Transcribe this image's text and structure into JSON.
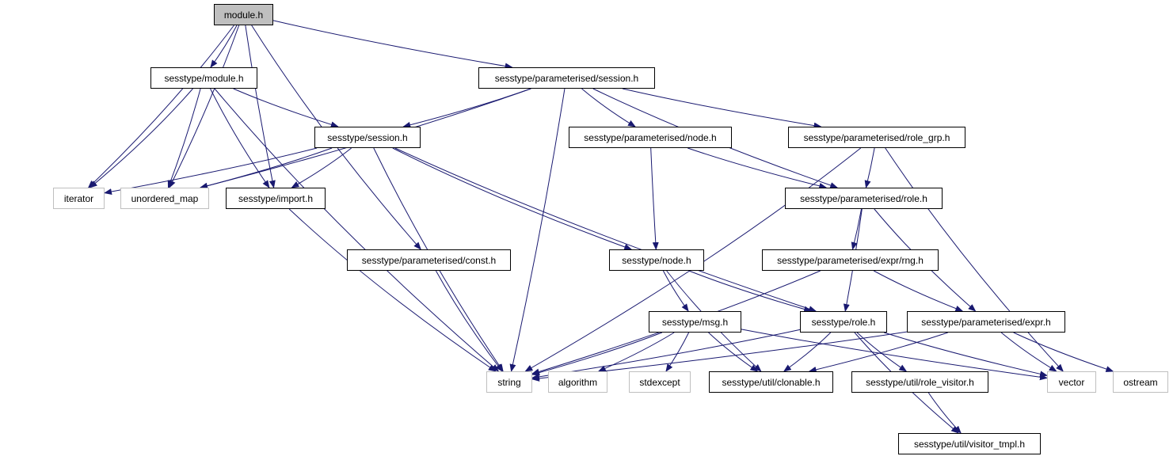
{
  "colors": {
    "edge": "#191970",
    "root_fill": "#bfbfbf",
    "project_border": "#000000",
    "external_border": "#bfbfbf"
  },
  "nodes": {
    "module_h": {
      "label": "module.h",
      "kind": "root"
    },
    "sesstype_module_h": {
      "label": "sesstype/module.h",
      "kind": "project"
    },
    "param_session_h": {
      "label": "sesstype/parameterised/session.h",
      "kind": "project"
    },
    "session_h": {
      "label": "sesstype/session.h",
      "kind": "project"
    },
    "param_node_h": {
      "label": "sesstype/parameterised/node.h",
      "kind": "project"
    },
    "param_role_grp_h": {
      "label": "sesstype/parameterised/role_grp.h",
      "kind": "project"
    },
    "iterator": {
      "label": "iterator",
      "kind": "external"
    },
    "unordered_map": {
      "label": "unordered_map",
      "kind": "external"
    },
    "import_h": {
      "label": "sesstype/import.h",
      "kind": "project"
    },
    "param_role_h": {
      "label": "sesstype/parameterised/role.h",
      "kind": "project"
    },
    "param_const_h": {
      "label": "sesstype/parameterised/const.h",
      "kind": "project"
    },
    "node_h": {
      "label": "sesstype/node.h",
      "kind": "project"
    },
    "param_expr_rng_h": {
      "label": "sesstype/parameterised/expr/rng.h",
      "kind": "project"
    },
    "msg_h": {
      "label": "sesstype/msg.h",
      "kind": "project"
    },
    "role_h": {
      "label": "sesstype/role.h",
      "kind": "project"
    },
    "param_expr_h": {
      "label": "sesstype/parameterised/expr.h",
      "kind": "project"
    },
    "string": {
      "label": "string",
      "kind": "external"
    },
    "algorithm": {
      "label": "algorithm",
      "kind": "external"
    },
    "stdexcept": {
      "label": "stdexcept",
      "kind": "external"
    },
    "clonable_h": {
      "label": "sesstype/util/clonable.h",
      "kind": "project"
    },
    "role_visitor_h": {
      "label": "sesstype/util/role_visitor.h",
      "kind": "project"
    },
    "vector": {
      "label": "vector",
      "kind": "external"
    },
    "ostream": {
      "label": "ostream",
      "kind": "external"
    },
    "visitor_tmpl_h": {
      "label": "sesstype/util/visitor_tmpl.h",
      "kind": "project"
    }
  },
  "edges": [
    [
      "module_h",
      "sesstype_module_h"
    ],
    [
      "module_h",
      "param_session_h"
    ],
    [
      "module_h",
      "iterator"
    ],
    [
      "module_h",
      "unordered_map"
    ],
    [
      "module_h",
      "import_h"
    ],
    [
      "module_h",
      "param_const_h"
    ],
    [
      "sesstype_module_h",
      "session_h"
    ],
    [
      "sesstype_module_h",
      "iterator"
    ],
    [
      "sesstype_module_h",
      "unordered_map"
    ],
    [
      "sesstype_module_h",
      "import_h"
    ],
    [
      "sesstype_module_h",
      "string"
    ],
    [
      "param_session_h",
      "session_h"
    ],
    [
      "param_session_h",
      "unordered_map"
    ],
    [
      "param_session_h",
      "string"
    ],
    [
      "param_session_h",
      "param_node_h"
    ],
    [
      "param_session_h",
      "param_role_grp_h"
    ],
    [
      "param_session_h",
      "param_role_h"
    ],
    [
      "session_h",
      "iterator"
    ],
    [
      "session_h",
      "unordered_map"
    ],
    [
      "session_h",
      "import_h"
    ],
    [
      "session_h",
      "string"
    ],
    [
      "session_h",
      "node_h"
    ],
    [
      "session_h",
      "role_h"
    ],
    [
      "param_node_h",
      "node_h"
    ],
    [
      "param_node_h",
      "param_role_h"
    ],
    [
      "param_role_grp_h",
      "param_role_h"
    ],
    [
      "param_role_grp_h",
      "string"
    ],
    [
      "param_role_grp_h",
      "vector"
    ],
    [
      "import_h",
      "string"
    ],
    [
      "param_const_h",
      "string"
    ],
    [
      "param_role_h",
      "param_expr_rng_h"
    ],
    [
      "param_role_h",
      "role_h"
    ],
    [
      "param_role_h",
      "param_expr_h"
    ],
    [
      "node_h",
      "msg_h"
    ],
    [
      "node_h",
      "role_h"
    ],
    [
      "node_h",
      "clonable_h"
    ],
    [
      "param_expr_rng_h",
      "string"
    ],
    [
      "param_expr_rng_h",
      "param_expr_h"
    ],
    [
      "msg_h",
      "string"
    ],
    [
      "msg_h",
      "algorithm"
    ],
    [
      "msg_h",
      "stdexcept"
    ],
    [
      "msg_h",
      "clonable_h"
    ],
    [
      "msg_h",
      "vector"
    ],
    [
      "role_h",
      "string"
    ],
    [
      "role_h",
      "clonable_h"
    ],
    [
      "role_h",
      "role_visitor_h"
    ],
    [
      "role_h",
      "vector"
    ],
    [
      "role_h",
      "visitor_tmpl_h"
    ],
    [
      "param_expr_h",
      "string"
    ],
    [
      "param_expr_h",
      "clonable_h"
    ],
    [
      "param_expr_h",
      "vector"
    ],
    [
      "param_expr_h",
      "ostream"
    ],
    [
      "role_visitor_h",
      "visitor_tmpl_h"
    ]
  ]
}
